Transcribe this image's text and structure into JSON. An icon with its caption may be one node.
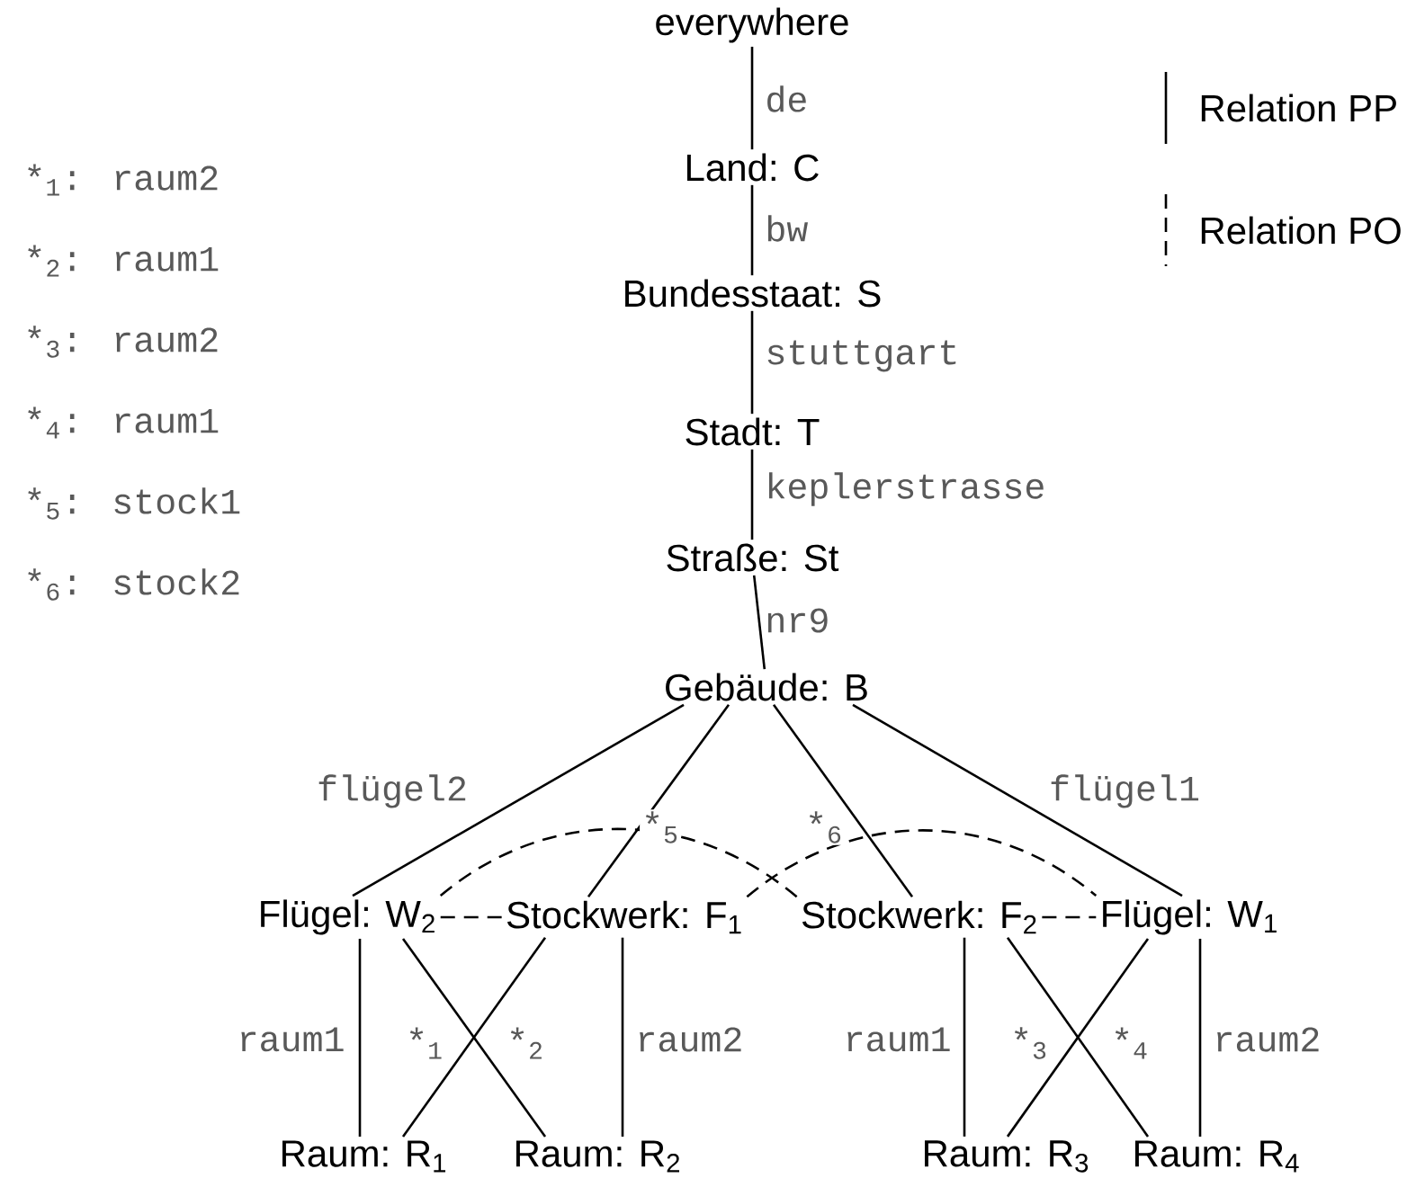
{
  "diagram": {
    "nodes": [
      {
        "text": [
          "everywhere"
        ]
      },
      {
        "text": [
          "Land: C"
        ]
      },
      {
        "text": [
          "Bundesstaat: S"
        ]
      },
      {
        "text": [
          "Stadt: T"
        ]
      },
      {
        "text": [
          "Straße: St"
        ]
      },
      {
        "text": [
          "Gebäude: B"
        ]
      },
      {
        "text": [
          "Flügel: W$_{2}$"
        ]
      },
      {
        "text": [
          "Stockwerk: F$_{1}$"
        ]
      },
      {
        "text": [
          "Stockwerk: F$_{2}$"
        ]
      },
      {
        "text": [
          "Flügel: W$_{1}$"
        ]
      },
      {
        "text": [
          "Raum: R$_{1}$"
        ]
      },
      {
        "text": [
          "Raum: R$_{2}$"
        ]
      },
      {
        "text": [
          "Raum: R$_{3}$"
        ]
      },
      {
        "text": [
          "Raum: R$_{4}$"
        ]
      }
    ],
    "edges": [
      {
        "from": 0,
        "to": 1,
        "arrow": "none",
        "label": "de"
      },
      {
        "from": 1,
        "to": 2,
        "arrow": "none",
        "label": "bw"
      },
      {
        "from": 2,
        "to": 3,
        "arrow": "none",
        "label": "stuttgart"
      },
      {
        "from": 3,
        "to": 4,
        "arrow": "none",
        "label": "keplerstrasse"
      },
      {
        "from": 4,
        "to": 5,
        "arrow": "none",
        "label": "nr9"
      },
      {
        "from": 5,
        "to": 6,
        "arrow": "none",
        "label": "flügel2"
      },
      {
        "from": 5,
        "to": 7,
        "arrow": "none",
        "label": "*$_{5}$"
      },
      {
        "from": 5,
        "to": 8,
        "arrow": "none",
        "label": "*$_{6}$"
      },
      {
        "from": 5,
        "to": 9,
        "arrow": "none",
        "label": "flügel1"
      },
      {
        "from": 6,
        "to": 10,
        "arrow": "none",
        "label": "raum1"
      },
      {
        "from": 6,
        "to": 11,
        "arrow": "none",
        "label": "*$_{1}$"
      },
      {
        "from": 7,
        "to": 10,
        "arrow": "none",
        "label": "*$_{2}$"
      },
      {
        "from": 7,
        "to": 11,
        "arrow": "none",
        "label": "raum2"
      },
      {
        "from": 8,
        "to": 12,
        "arrow": "none",
        "label": "raum1"
      },
      {
        "from": 8,
        "to": 13,
        "arrow": "none",
        "label": "*$_{3}$"
      },
      {
        "from": 9,
        "to": 12,
        "arrow": "none",
        "label": "*$_{4}$"
      },
      {
        "from": 9,
        "to": 13,
        "arrow": "none",
        "label": "raum2"
      },
      {
        "from": 6,
        "to": 8,
        "arrow": "none",
        "style": "dashed"
      },
      {
        "from": 7,
        "to": 9,
        "arrow": "none",
        "style": "dashed"
      },
      {
        "from": 6,
        "to": 7,
        "arrow": "none",
        "style": "dashed"
      },
      {
        "from": 8,
        "to": 9,
        "arrow": "none",
        "style": "dashed"
      }
    ],
    "labels": [
      "*$_{1}$: raum2",
      "*$_{2}$: raum1",
      "*$_{3}$: raum2",
      "*$_{4}$: raum1",
      "*$_{5}$: stock1",
      "*$_{6}$: stock2"
    ],
    "legend": [
      {
        "text": "Relation PP"
      },
      {
        "text": "Relation PO"
      }
    ]
  }
}
